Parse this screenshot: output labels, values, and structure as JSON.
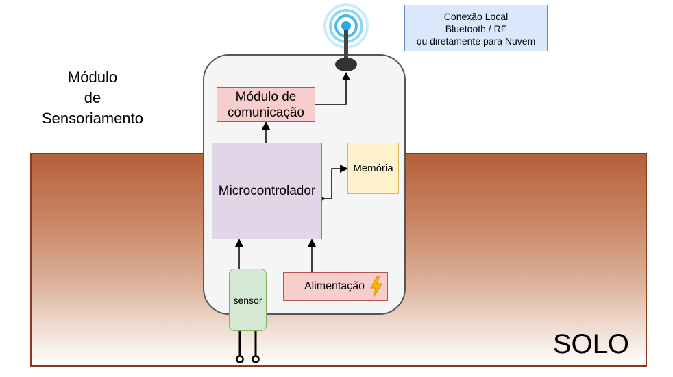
{
  "module": {
    "title": "Módulo\nde\nSensoriamento"
  },
  "connection_note": "Conexão Local\nBluetooth / RF\nou diretamente para Nuvem",
  "blocks": {
    "communication": "Módulo de\ncomunicação",
    "microcontroller": "Microcontrolador",
    "memory": "Memória",
    "power": "Alimentação",
    "sensor": "sensor"
  },
  "soil_label": "SOLO",
  "colors": {
    "soil_top": "#b5603a",
    "soil_border": "#8a3a1a",
    "module_fill": "#f5f5f5",
    "comm_fill": "#f8cecc",
    "mcu_fill": "#e1d5e7",
    "memory_fill": "#fff2cc",
    "sensor_fill": "#d5e8d4",
    "note_fill": "#dae8fc",
    "antenna_signal": "#29a9e1",
    "bolt": "#f5b800"
  },
  "icons": [
    "antenna-icon",
    "lightning-bolt-icon"
  ]
}
